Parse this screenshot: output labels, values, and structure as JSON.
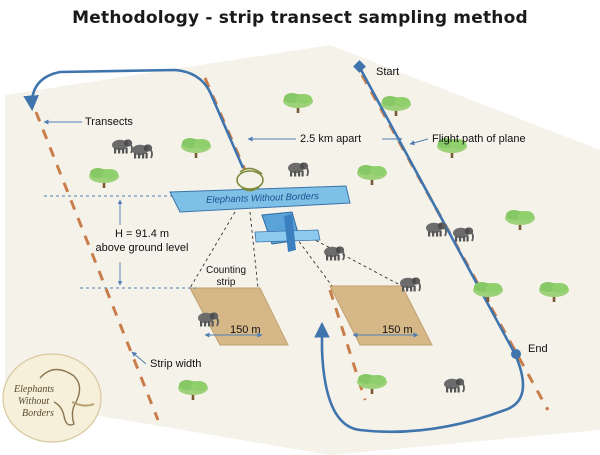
{
  "title": "Methodology - strip transect sampling method",
  "labels": {
    "start": "Start",
    "end": "End",
    "transects": "Transects",
    "spacing": "2.5 km apart",
    "flight_path": "Flight path of plane",
    "height_line1": "H = 91.4 m",
    "height_line2": "above ground level",
    "counting_strip_line1": "Counting",
    "counting_strip_line2": "strip",
    "strip_left": "150 m",
    "strip_right": "150 m",
    "strip_width": "Strip width",
    "plane_text": "Elephants Without Borders"
  },
  "logo": {
    "line1": "Elephants",
    "line2": "Without",
    "line3": "Borders"
  },
  "colors": {
    "flight_path": "#3f74ad",
    "transect_dash": "#c97d4a",
    "ground_strip": "#d6b888",
    "plane": "#7fc0e6",
    "tree": "#8fcf6c",
    "background_tint": "#f1ede2"
  },
  "icons": [
    "elephant-icon",
    "tree-icon",
    "plane-icon",
    "propeller-icon",
    "logo-elephant-icon"
  ]
}
